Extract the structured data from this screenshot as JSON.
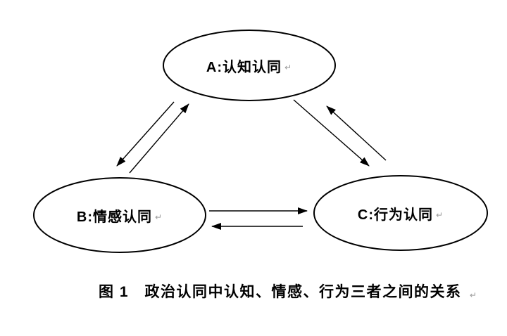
{
  "figure": {
    "nodes": {
      "a": {
        "id": "A",
        "label": "A:认知认同"
      },
      "b": {
        "id": "B",
        "label": "B:情感认同"
      },
      "c": {
        "id": "C",
        "label": "C:行为认同"
      }
    },
    "relations": [
      {
        "from": "A",
        "to": "B"
      },
      {
        "from": "B",
        "to": "A"
      },
      {
        "from": "A",
        "to": "C"
      },
      {
        "from": "C",
        "to": "A"
      },
      {
        "from": "B",
        "to": "C"
      },
      {
        "from": "C",
        "to": "B"
      }
    ],
    "caption": "图 1　政治认同中认知、情感、行为三者之间的关系",
    "paragraph_mark": "↵",
    "colors": {
      "stroke": "#000000",
      "background": "#ffffff",
      "paragraph_mark": "#9a9a9a"
    }
  }
}
